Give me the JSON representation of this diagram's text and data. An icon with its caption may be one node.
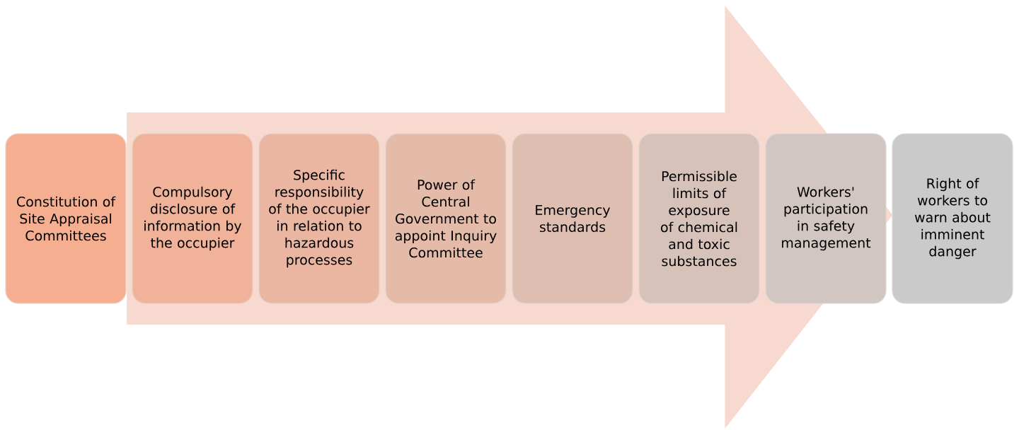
{
  "diagram": {
    "nodes": [
      {
        "text": [
          "Constitution of Site Appraisal Committees"
        ]
      },
      {
        "text": [
          "Compulsory disclosure of information by the occupier"
        ]
      },
      {
        "text": [
          "Specific responsibility of the occupier in relation to hazardous processes"
        ]
      },
      {
        "text": [
          "Power of Central Government to appoint Inquiry Committee"
        ]
      },
      {
        "text": [
          "Emergency standards"
        ]
      },
      {
        "text": [
          "Permissible limits of exposure of chemical and toxic substances"
        ]
      },
      {
        "text": [
          "Workers' participation in safety management"
        ]
      },
      {
        "text": [
          "Right of workers to warn about imminent danger"
        ]
      }
    ],
    "edges": [
      {
        "from": 0,
        "to": 7,
        "arrow": "to"
      }
    ]
  }
}
